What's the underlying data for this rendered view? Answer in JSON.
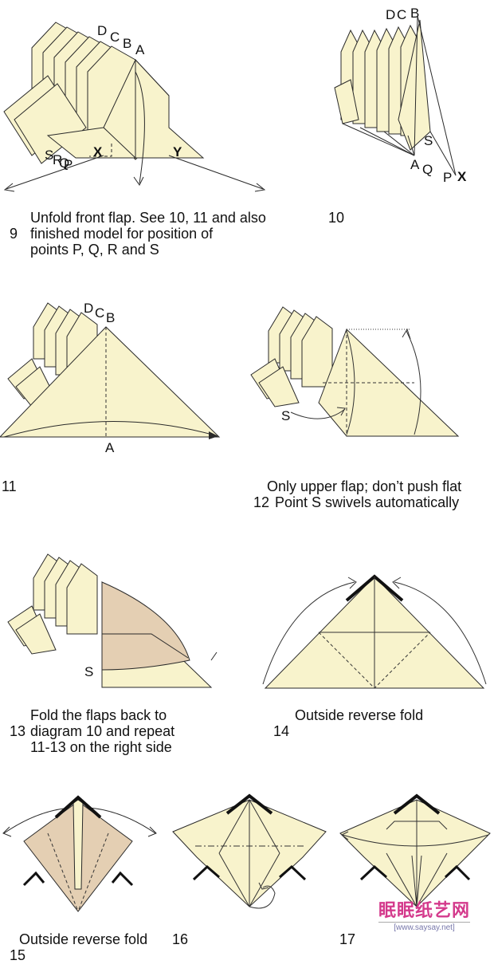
{
  "colors": {
    "paper": "#f8f3cc",
    "back": "#e4cfb3",
    "stroke": "#2a2a2a",
    "fold": "#333333"
  },
  "steps": [
    {
      "num": "9",
      "text": "Unfold front flap. See 10, 11 and also\nfinished model for position of\npoints P, Q, R and S"
    },
    {
      "num": "10",
      "text": ""
    },
    {
      "num": "11",
      "text": ""
    },
    {
      "num": "12",
      "text": "Only upper flap; don’t push flat\n  Point S swivels automatically"
    },
    {
      "num": "13",
      "text": "Fold the flaps back to\ndiagram 10 and repeat\n11-13 on the right side"
    },
    {
      "num": "14",
      "text": "Outside reverse fold"
    },
    {
      "num": "15",
      "text": "Outside reverse fold"
    },
    {
      "num": "16",
      "text": ""
    },
    {
      "num": "17",
      "text": ""
    }
  ],
  "labels": {
    "d9": {
      "D": "D",
      "C": "C",
      "B": "B",
      "A": "A",
      "S": "S",
      "R": "R",
      "Q": "Q",
      "P": "P",
      "X": "X",
      "Y": "Y"
    },
    "d10": {
      "D": "D",
      "C": "C",
      "B": "B",
      "A": "A",
      "Q": "Q",
      "P": "P",
      "S": "S",
      "X": "X"
    },
    "d11": {
      "D": "D",
      "C": "C",
      "B": "B",
      "A": "A"
    },
    "d12": {
      "S": "S"
    },
    "d13": {
      "S": "S"
    }
  },
  "watermark": {
    "brand": "眠眠纸艺网",
    "url": "[www.saysay.net]"
  }
}
